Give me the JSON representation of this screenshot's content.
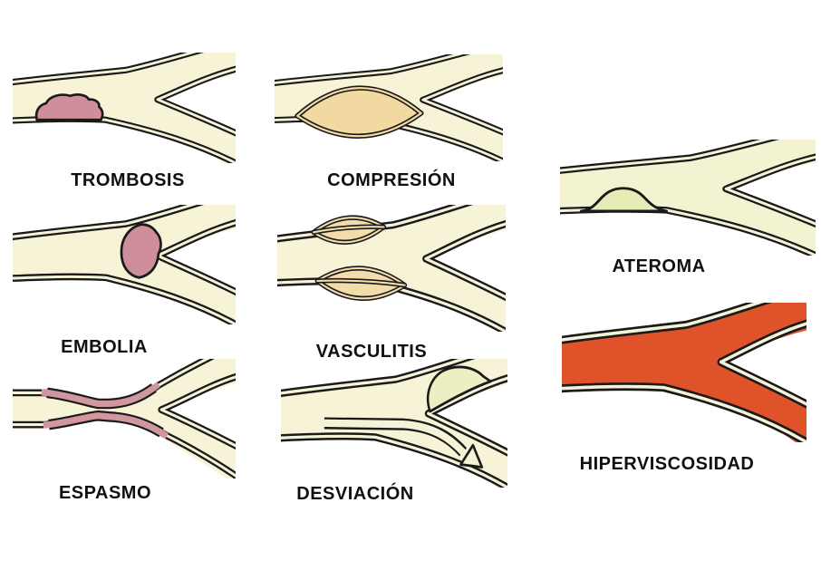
{
  "panels": [
    {
      "id": "trombosis",
      "label": "TROMBOSIS"
    },
    {
      "id": "compresion",
      "label": "COMPRESIÓN"
    },
    {
      "id": "ateroma",
      "label": "ATEROMA"
    },
    {
      "id": "embolia",
      "label": "EMBOLIA"
    },
    {
      "id": "vasculitis",
      "label": "VASCULITIS"
    },
    {
      "id": "hiperviscosidad",
      "label": "HIPERVISCOSIDAD"
    },
    {
      "id": "espasmo",
      "label": "ESPASMO"
    },
    {
      "id": "desviacion",
      "label": "DESVIACIÓN"
    }
  ],
  "colors": {
    "background": "#ffffff",
    "outline": "#1a1a1a",
    "vessel_lumen": "#f7f3d7",
    "vessel_lumen_right": "#f3f3d2",
    "wall_gap": "#f6f2d8",
    "thrombus_pink": "#cf8f9a",
    "compression_tan": "#f2d9a2",
    "vasculitis_tan": "#f2dcab",
    "atheroma_green": "#e7ebb6",
    "deviation_plaque": "#edefc2",
    "spasm_pink": "#d0979f",
    "blood_red": "#e0522a"
  }
}
